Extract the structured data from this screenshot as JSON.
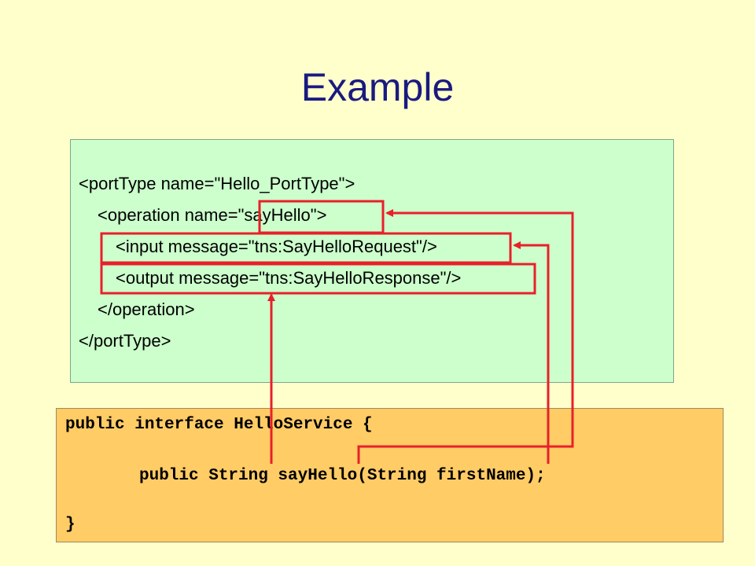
{
  "slide": {
    "title": "Example"
  },
  "wsdl": {
    "lines": [
      "<portType name=\"Hello_PortType\">",
      "<operation name=\"sayHello\">",
      "<input message=\"tns:SayHelloRequest\"/>",
      "<output message=\"tns:SayHelloResponse\"/>",
      "</operation>",
      "</portType>"
    ]
  },
  "java": {
    "lines": [
      "public interface HelloService {",
      "public String sayHello(String firstName);",
      "}"
    ]
  },
  "colors": {
    "background": "#ffffcc",
    "title": "#1a1a80",
    "wsdl_box": "#ccffcc",
    "java_box": "#ffcc66",
    "highlight": "#e8202a"
  }
}
